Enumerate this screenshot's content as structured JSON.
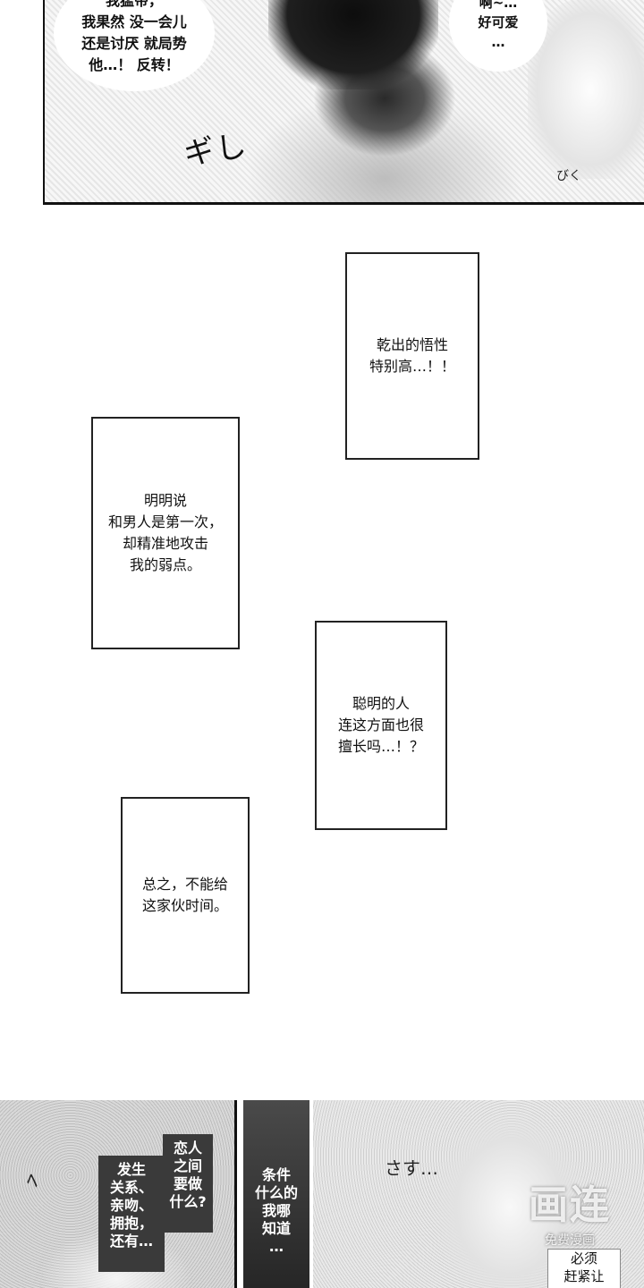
{
  "top_panel": {
    "bubble_left": "我猛带，\n我果然 没一会儿\n还是讨厌 就局势\n他…！ 反转！",
    "bubble_right": "啊~…\n好可爱\n…",
    "sfx": "ギし",
    "sfx_small": "びく"
  },
  "narration": [
    "乾出的悟性\n特别高…！！",
    "明明说\n和男人是第一次，\n却精准地攻击\n我的弱点。",
    "聪明的人\n连这方面也很\n擅长吗…！？",
    "总之，不能给\n这家伙时间。"
  ],
  "bottom": {
    "box_a": "恋人\n之间\n要做\n什么?",
    "box_b": "发生\n关系、\n亲吻、\n拥抱，\n还有…",
    "box_c": "条件\n什么的\n我哪\n知道\n…",
    "box_d": "必须\n赶紧让",
    "sfx": "さす…",
    "sfx_left": "ﾍ",
    "watermark_logo": "画连",
    "watermark_sub": "免费漫画"
  }
}
